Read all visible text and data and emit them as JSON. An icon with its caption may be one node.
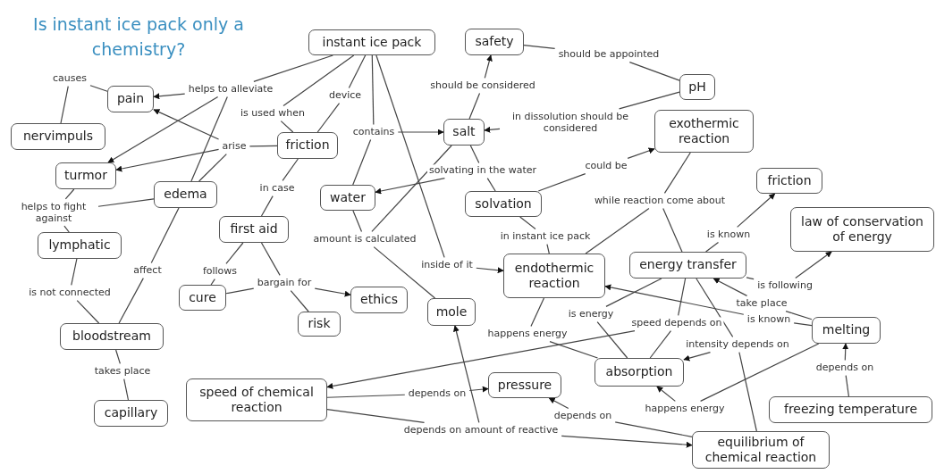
{
  "diagram": {
    "title": "Is instant ice pack only a chemistry?",
    "nodes": [
      {
        "text": [
          "instant ice pack"
        ]
      },
      {
        "text": [
          "safety"
        ]
      },
      {
        "text": [
          "pH"
        ]
      },
      {
        "text": [
          "pain"
        ]
      },
      {
        "text": [
          "nervimpuls"
        ]
      },
      {
        "text": [
          "friction"
        ]
      },
      {
        "text": [
          "salt"
        ]
      },
      {
        "text": [
          "exothermic reaction"
        ]
      },
      {
        "text": [
          "turmor"
        ]
      },
      {
        "text": [
          "edema"
        ]
      },
      {
        "text": [
          "water"
        ]
      },
      {
        "text": [
          "solvation"
        ]
      },
      {
        "text": [
          "friction"
        ]
      },
      {
        "text": [
          "law of conservation of energy"
        ]
      },
      {
        "text": [
          "lymphatic"
        ]
      },
      {
        "text": [
          "first aid"
        ]
      },
      {
        "text": [
          "endothermic reaction"
        ]
      },
      {
        "text": [
          "energy transfer"
        ]
      },
      {
        "text": [
          "cure"
        ]
      },
      {
        "text": [
          "ethics"
        ]
      },
      {
        "text": [
          "mole"
        ]
      },
      {
        "text": [
          "risk"
        ]
      },
      {
        "text": [
          "melting"
        ]
      },
      {
        "text": [
          "bloodstream"
        ]
      },
      {
        "text": [
          "absorption"
        ]
      },
      {
        "text": [
          "speed of chemical reaction"
        ]
      },
      {
        "text": [
          "pressure"
        ]
      },
      {
        "text": [
          "freezing temperature"
        ]
      },
      {
        "text": [
          "capillary"
        ]
      },
      {
        "text": [
          "equilibrium of chemical reaction"
        ]
      },
      {
        "text": [
          "helps to alleviate"
        ]
      },
      {
        "text": [
          "causes"
        ]
      },
      {
        "text": [
          "is used when"
        ]
      },
      {
        "text": [
          "device"
        ]
      },
      {
        "text": [
          "arise"
        ]
      },
      {
        "text": [
          "contains"
        ]
      },
      {
        "text": [
          "should be considered"
        ]
      },
      {
        "text": [
          "should be appointed"
        ]
      },
      {
        "text": [
          "in dissolution should be considered"
        ]
      },
      {
        "text": [
          "solvating in the water"
        ]
      },
      {
        "text": [
          "could be"
        ]
      },
      {
        "text": [
          "while reaction come about"
        ]
      },
      {
        "text": [
          "in case"
        ]
      },
      {
        "text": [
          "helps to fight against"
        ]
      },
      {
        "text": [
          "affect"
        ]
      },
      {
        "text": [
          "is not connected"
        ]
      },
      {
        "text": [
          "takes place"
        ]
      },
      {
        "text": [
          "follows"
        ]
      },
      {
        "text": [
          "bargain for"
        ]
      },
      {
        "text": [
          "amount is calculated"
        ]
      },
      {
        "text": [
          "inside of it"
        ]
      },
      {
        "text": [
          "in instant ice pack"
        ]
      },
      {
        "text": [
          "is known"
        ]
      },
      {
        "text": [
          "is following"
        ]
      },
      {
        "text": [
          "take place"
        ]
      },
      {
        "text": [
          "is known"
        ]
      },
      {
        "text": [
          "is energy"
        ]
      },
      {
        "text": [
          "happens energy"
        ]
      },
      {
        "text": [
          "speed depends on"
        ]
      },
      {
        "text": [
          "intensity depends on"
        ]
      },
      {
        "text": [
          "happens energy"
        ]
      },
      {
        "text": [
          "depends on"
        ]
      },
      {
        "text": [
          "depends on"
        ]
      },
      {
        "text": [
          "depends on"
        ]
      },
      {
        "text": [
          "depends on amount of reactive"
        ]
      }
    ],
    "edges": [
      {
        "from": 0,
        "to": 30,
        "arrow": "none"
      },
      {
        "from": 30,
        "to": 3,
        "arrow": "to"
      },
      {
        "from": 30,
        "to": 8,
        "arrow": "to"
      },
      {
        "from": 30,
        "to": 9,
        "arrow": "none"
      },
      {
        "from": 3,
        "to": 31,
        "arrow": "none"
      },
      {
        "from": 31,
        "to": 4,
        "arrow": "none"
      },
      {
        "from": 0,
        "to": 32,
        "arrow": "none"
      },
      {
        "from": 32,
        "to": 5,
        "arrow": "none"
      },
      {
        "from": 0,
        "to": 33,
        "arrow": "none"
      },
      {
        "from": 33,
        "to": 5,
        "arrow": "none"
      },
      {
        "from": 5,
        "to": 34,
        "arrow": "none"
      },
      {
        "from": 34,
        "to": 3,
        "arrow": "to"
      },
      {
        "from": 34,
        "to": 8,
        "arrow": "to"
      },
      {
        "from": 9,
        "to": 34,
        "arrow": "none"
      },
      {
        "from": 0,
        "to": 35,
        "arrow": "none"
      },
      {
        "from": 35,
        "to": 6,
        "arrow": "to"
      },
      {
        "from": 35,
        "to": 10,
        "arrow": "none"
      },
      {
        "from": 6,
        "to": 36,
        "arrow": "none"
      },
      {
        "from": 36,
        "to": 1,
        "arrow": "to"
      },
      {
        "from": 1,
        "to": 37,
        "arrow": "none"
      },
      {
        "from": 37,
        "to": 2,
        "arrow": "none"
      },
      {
        "from": 2,
        "to": 38,
        "arrow": "none"
      },
      {
        "from": 38,
        "to": 6,
        "arrow": "to"
      },
      {
        "from": 6,
        "to": 39,
        "arrow": "none"
      },
      {
        "from": 39,
        "to": 10,
        "arrow": "to"
      },
      {
        "from": 39,
        "to": 11,
        "arrow": "none"
      },
      {
        "from": 11,
        "to": 40,
        "arrow": "none"
      },
      {
        "from": 40,
        "to": 7,
        "arrow": "to"
      },
      {
        "from": 7,
        "to": 41,
        "arrow": "none"
      },
      {
        "from": 41,
        "to": 16,
        "arrow": "none"
      },
      {
        "from": 41,
        "to": 17,
        "arrow": "none"
      },
      {
        "from": 5,
        "to": 42,
        "arrow": "none"
      },
      {
        "from": 42,
        "to": 15,
        "arrow": "none"
      },
      {
        "from": 9,
        "to": 43,
        "arrow": "none"
      },
      {
        "from": 43,
        "to": 8,
        "arrow": "none"
      },
      {
        "from": 43,
        "to": 14,
        "arrow": "none"
      },
      {
        "from": 9,
        "to": 44,
        "arrow": "none"
      },
      {
        "from": 44,
        "to": 23,
        "arrow": "none"
      },
      {
        "from": 14,
        "to": 45,
        "arrow": "none"
      },
      {
        "from": 45,
        "to": 23,
        "arrow": "none"
      },
      {
        "from": 23,
        "to": 46,
        "arrow": "none"
      },
      {
        "from": 46,
        "to": 28,
        "arrow": "none"
      },
      {
        "from": 15,
        "to": 47,
        "arrow": "none"
      },
      {
        "from": 47,
        "to": 18,
        "arrow": "none"
      },
      {
        "from": 15,
        "to": 48,
        "arrow": "none"
      },
      {
        "from": 48,
        "to": 18,
        "arrow": "none"
      },
      {
        "from": 48,
        "to": 19,
        "arrow": "to"
      },
      {
        "from": 48,
        "to": 21,
        "arrow": "none"
      },
      {
        "from": 10,
        "to": 49,
        "arrow": "none"
      },
      {
        "from": 6,
        "to": 49,
        "arrow": "none"
      },
      {
        "from": 49,
        "to": 20,
        "arrow": "none"
      },
      {
        "from": 0,
        "to": 50,
        "arrow": "none"
      },
      {
        "from": 50,
        "to": 16,
        "arrow": "to"
      },
      {
        "from": 11,
        "to": 51,
        "arrow": "none"
      },
      {
        "from": 51,
        "to": 16,
        "arrow": "none"
      },
      {
        "from": 17,
        "to": 52,
        "arrow": "none"
      },
      {
        "from": 52,
        "to": 12,
        "arrow": "to"
      },
      {
        "from": 17,
        "to": 53,
        "arrow": "none"
      },
      {
        "from": 53,
        "to": 13,
        "arrow": "to"
      },
      {
        "from": 22,
        "to": 54,
        "arrow": "none"
      },
      {
        "from": 54,
        "to": 17,
        "arrow": "to"
      },
      {
        "from": 22,
        "to": 55,
        "arrow": "none"
      },
      {
        "from": 55,
        "to": 16,
        "arrow": "to"
      },
      {
        "from": 17,
        "to": 56,
        "arrow": "none"
      },
      {
        "from": 56,
        "to": 24,
        "arrow": "none"
      },
      {
        "from": 16,
        "to": 57,
        "arrow": "none"
      },
      {
        "from": 57,
        "to": 24,
        "arrow": "none"
      },
      {
        "from": 17,
        "to": 58,
        "arrow": "none"
      },
      {
        "from": 58,
        "to": 24,
        "arrow": "none"
      },
      {
        "from": 58,
        "to": 25,
        "arrow": "to"
      },
      {
        "from": 17,
        "to": 59,
        "arrow": "none"
      },
      {
        "from": 59,
        "to": 24,
        "arrow": "to"
      },
      {
        "from": 29,
        "to": 59,
        "arrow": "none"
      },
      {
        "from": 22,
        "to": 60,
        "arrow": "none"
      },
      {
        "from": 60,
        "to": 24,
        "arrow": "to"
      },
      {
        "from": 27,
        "to": 61,
        "arrow": "none"
      },
      {
        "from": 61,
        "to": 22,
        "arrow": "to"
      },
      {
        "from": 25,
        "to": 62,
        "arrow": "none"
      },
      {
        "from": 62,
        "to": 26,
        "arrow": "to"
      },
      {
        "from": 29,
        "to": 63,
        "arrow": "none"
      },
      {
        "from": 63,
        "to": 26,
        "arrow": "to"
      },
      {
        "from": 25,
        "to": 64,
        "arrow": "none"
      },
      {
        "from": 64,
        "to": 20,
        "arrow": "to"
      },
      {
        "from": 64,
        "to": 29,
        "arrow": "to"
      }
    ]
  }
}
